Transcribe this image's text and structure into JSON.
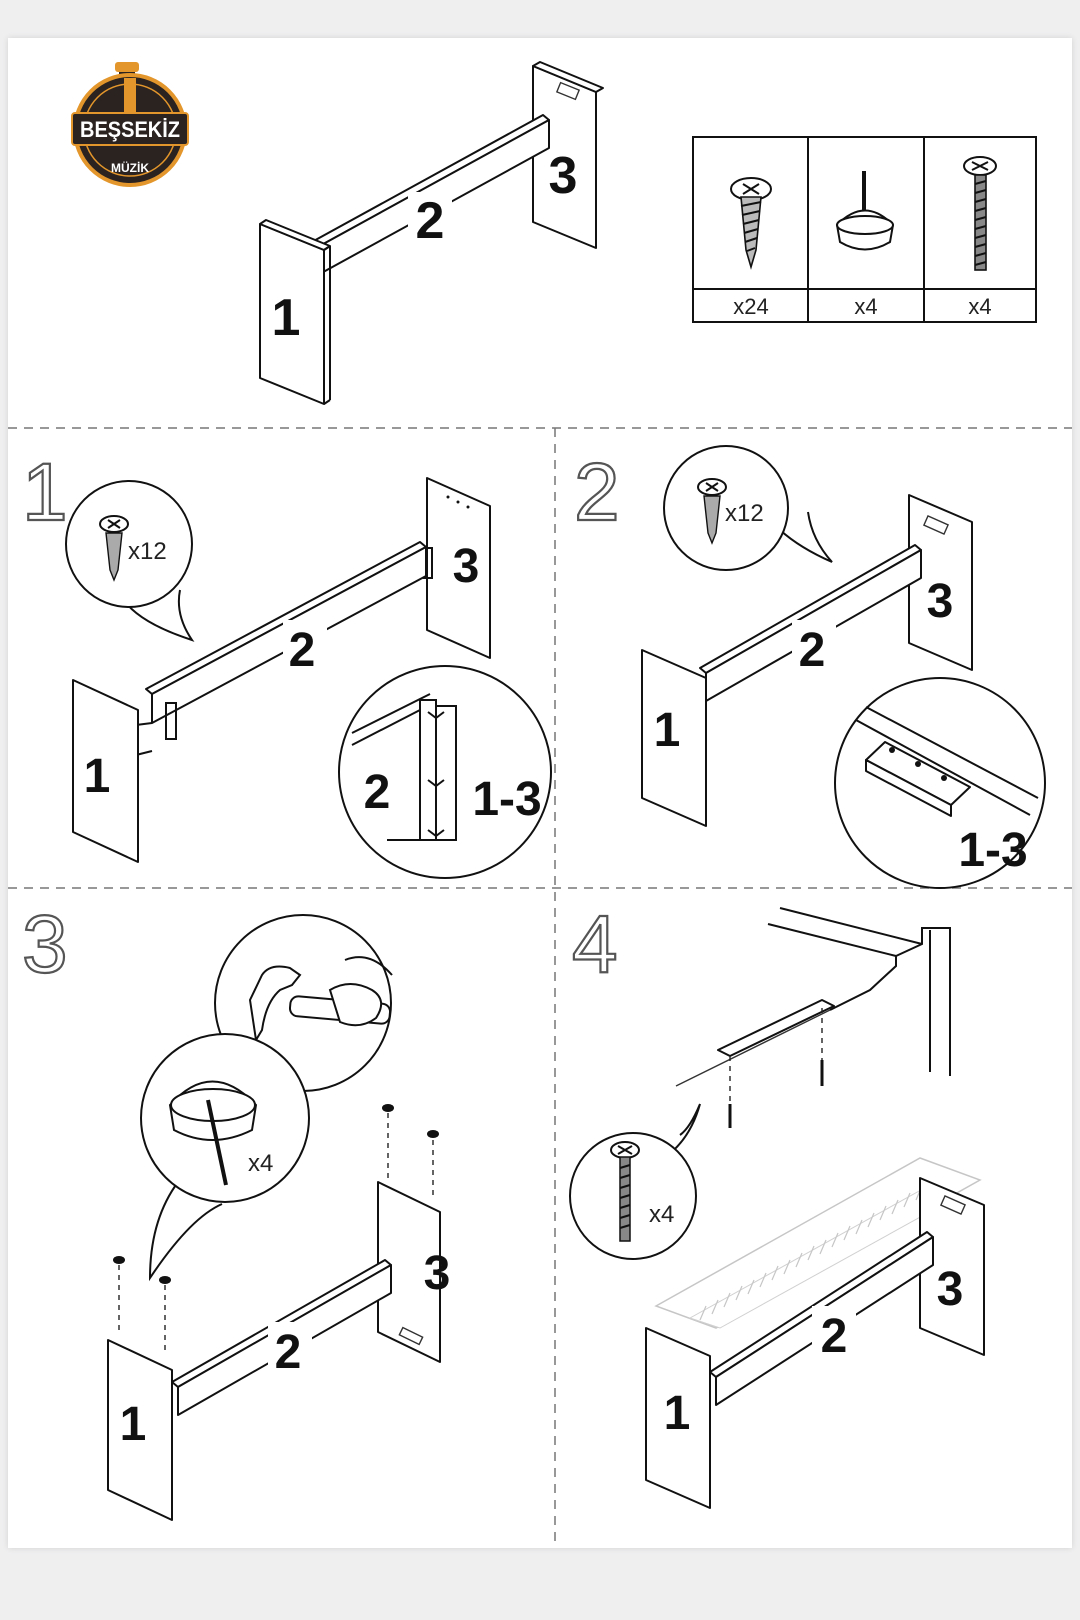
{
  "logo": {
    "brand": "BEŞSEKİZ",
    "sub": "MÜZİK",
    "colors": {
      "dark": "#2b2320",
      "accent": "#e3962b"
    }
  },
  "overview": {
    "part_labels": [
      "1",
      "2",
      "3"
    ]
  },
  "hardware_table": {
    "items": [
      {
        "icon": "wood-screw-icon",
        "qty": "x24"
      },
      {
        "icon": "nail-glide-icon",
        "qty": "x4"
      },
      {
        "icon": "machine-bolt-icon",
        "qty": "x4"
      }
    ]
  },
  "steps": [
    {
      "number": "1",
      "callout_qty": "x12",
      "detail_labels": [
        "2",
        "1-3"
      ],
      "part_labels": [
        "1",
        "2",
        "3"
      ]
    },
    {
      "number": "2",
      "callout_qty": "x12",
      "detail_labels": [
        "1-3"
      ],
      "part_labels": [
        "1",
        "2",
        "3"
      ]
    },
    {
      "number": "3",
      "callout_qty": "x4",
      "part_labels": [
        "1",
        "2",
        "3"
      ]
    },
    {
      "number": "4",
      "callout_qty": "x4",
      "part_labels": [
        "1",
        "2",
        "3"
      ]
    }
  ]
}
